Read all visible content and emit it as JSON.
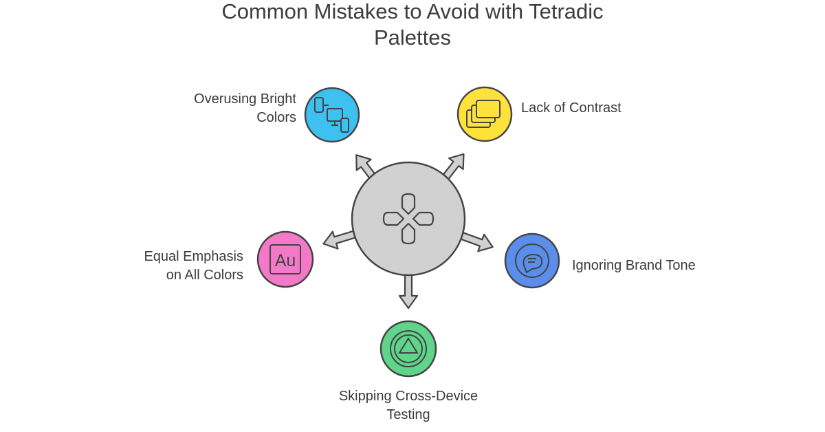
{
  "title": {
    "line1": "Common Mistakes to Avoid with Tetradic",
    "line2": "Palettes"
  },
  "hub": {
    "icon": "dpad-icon",
    "color": "#d1d1d1"
  },
  "items": [
    {
      "key": "overusing",
      "line1": "Overusing Bright",
      "line2": "Colors",
      "icon": "devices-icon",
      "color": "#3cc1f1"
    },
    {
      "key": "contrast",
      "line1": "Lack of Contrast",
      "line2": "",
      "icon": "layers-icon",
      "color": "#fde23c"
    },
    {
      "key": "brand",
      "line1": "Ignoring Brand Tone",
      "line2": "",
      "icon": "speech-bubble-icon",
      "color": "#5b8ded"
    },
    {
      "key": "testing",
      "line1": "Skipping Cross-Device",
      "line2": "Testing",
      "icon": "triangle-target-icon",
      "color": "#5fd48a"
    },
    {
      "key": "emphasis",
      "line1": "Equal Emphasis",
      "line2": "on All Colors",
      "icon": "au-icon",
      "color": "#f47ac9",
      "icon_text": "Au"
    }
  ]
}
